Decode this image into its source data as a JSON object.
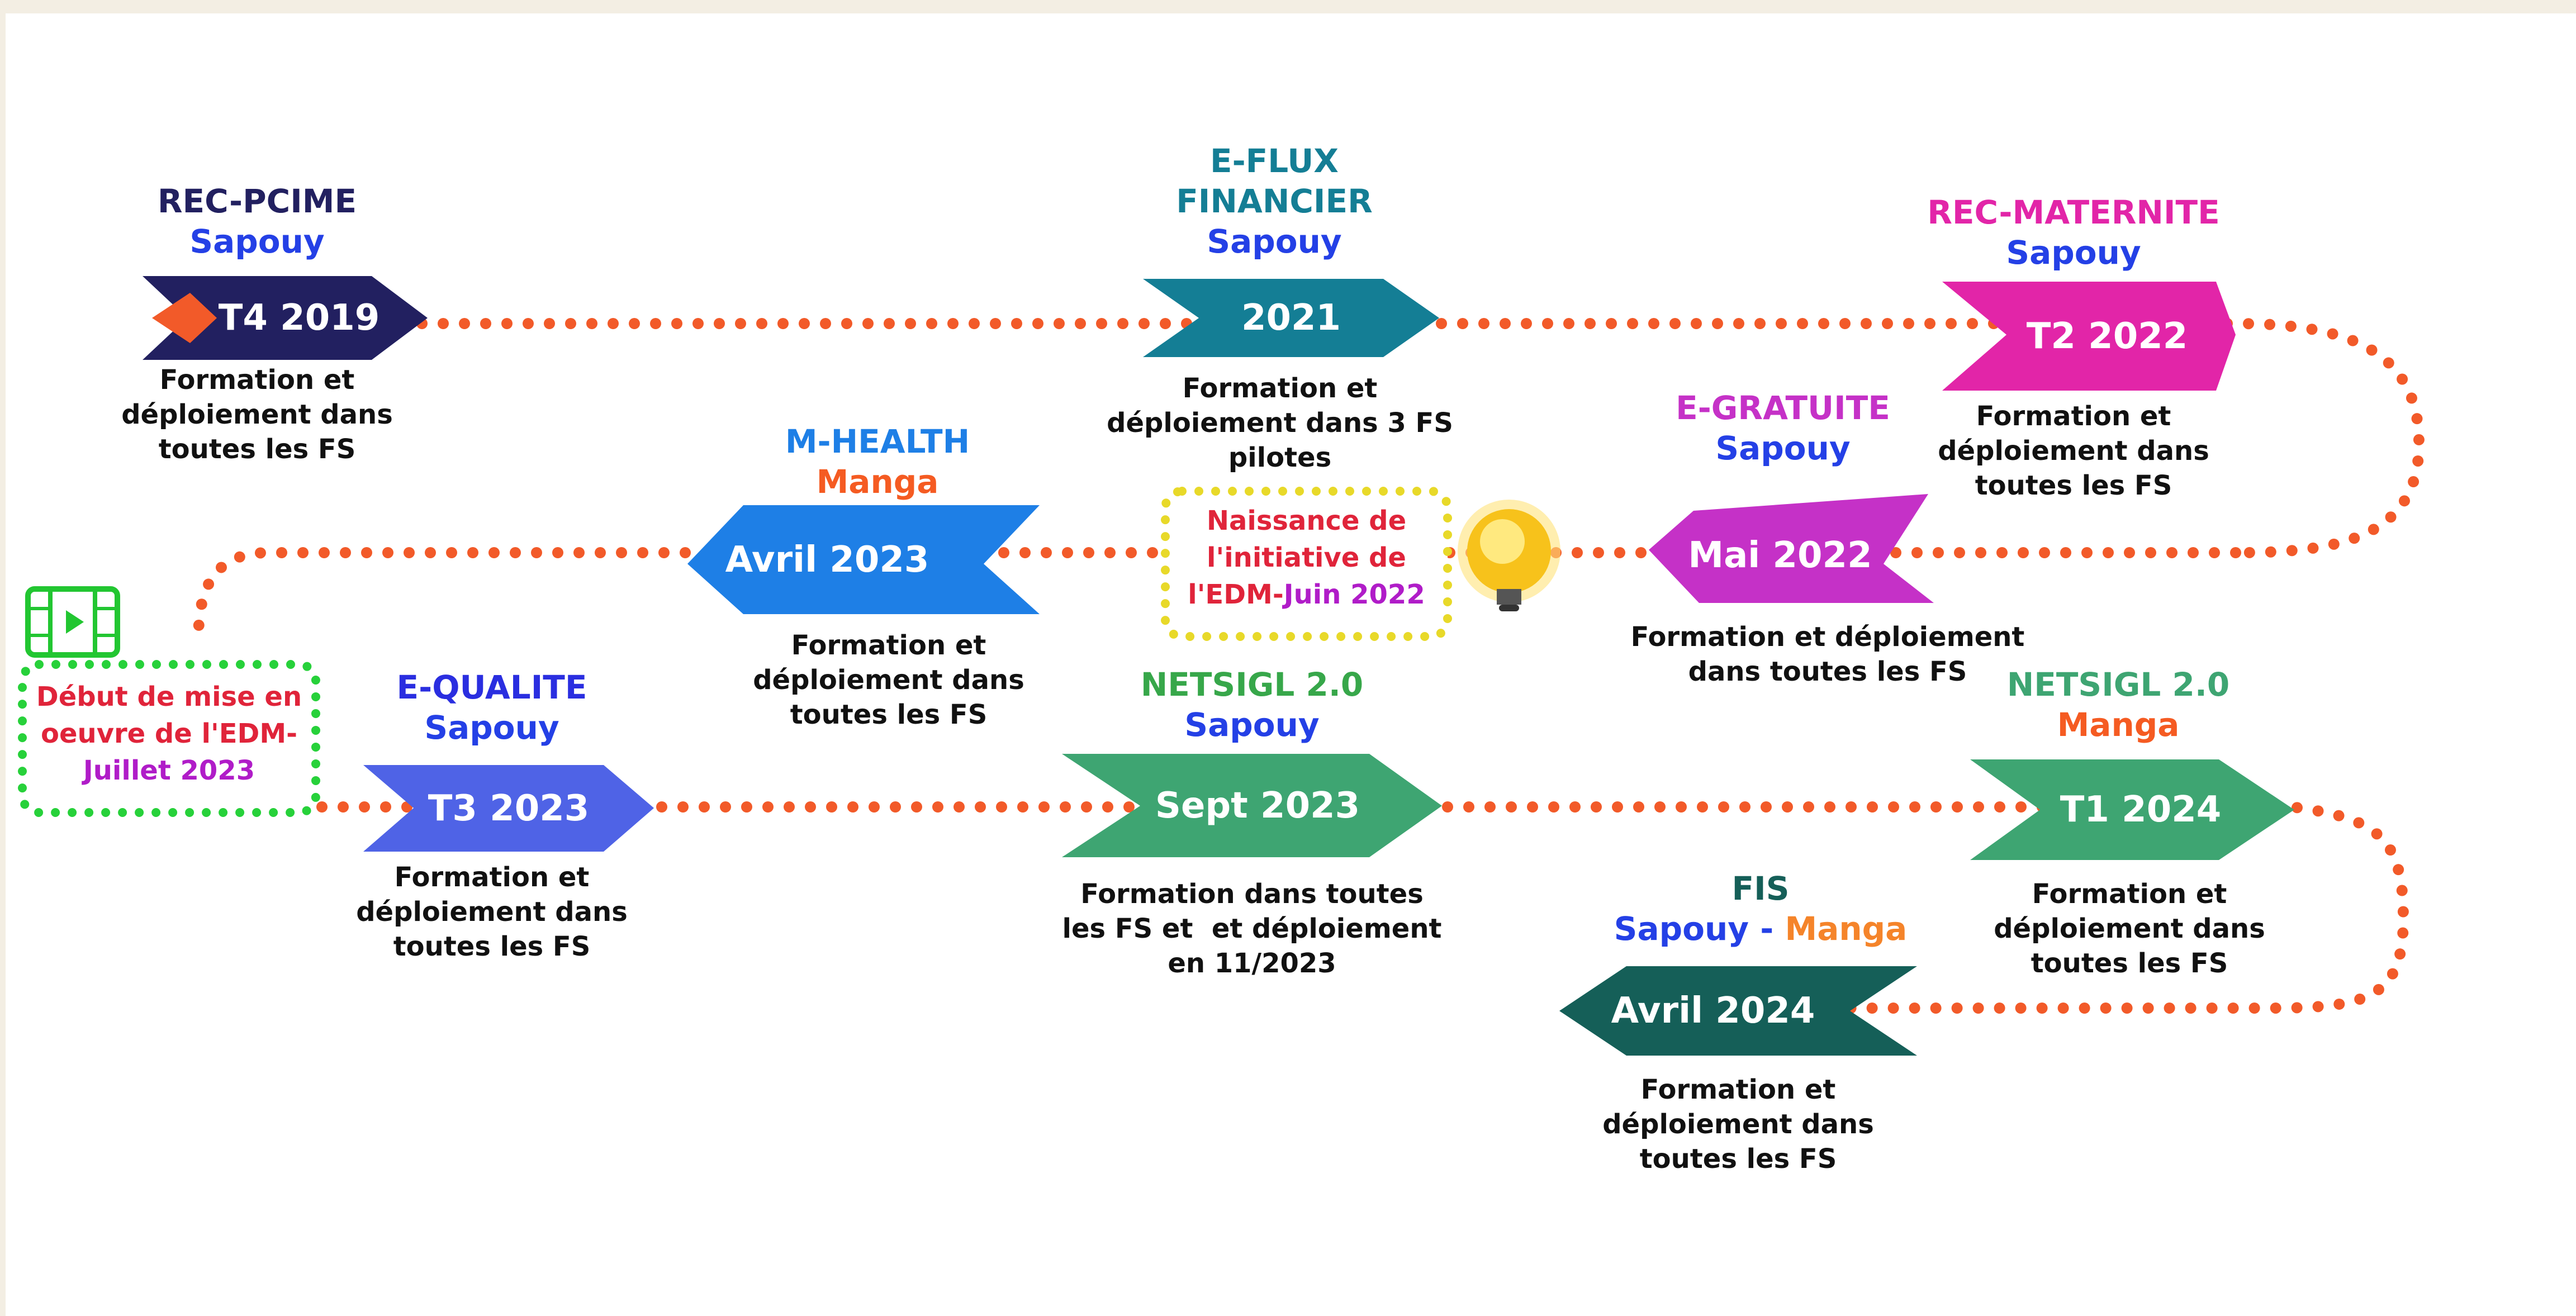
{
  "colors": {
    "path_dots": "#f25a29",
    "navy": "#222060",
    "teal": "#147e95",
    "magenta": "#e225a8",
    "purple": "#c531c7",
    "blue_bright": "#1e7fe6",
    "indigo": "#4f63e6",
    "green": "#3ea572",
    "dark_teal": "#155f58",
    "sapouy_blue": "#2440e6",
    "manga_orange": "#f55b22",
    "red_text": "#e0243a",
    "violet_text": "#b01cc8",
    "green_box": "#27d13a",
    "yellow_box": "#e8d929"
  },
  "milestones": {
    "t4_2019": {
      "title_line1": "REC-PCIME",
      "title_line2": "Sapouy",
      "label": "T4 2019",
      "desc_line1": "Formation et",
      "desc_line2": "déploiement dans",
      "desc_line3": "toutes les FS"
    },
    "y2021": {
      "title_line1": "E-FLUX",
      "title_line2": "FINANCIER",
      "title_line3": "Sapouy",
      "label": "2021",
      "desc_line1": "Formation et",
      "desc_line2": "déploiement dans 3 FS",
      "desc_line3": "pilotes"
    },
    "t2_2022": {
      "title_line1": "REC-MATERNITE",
      "title_line2": "Sapouy",
      "label": "T2 2022",
      "desc_line1": "Formation et",
      "desc_line2": "déploiement dans",
      "desc_line3": "toutes les FS"
    },
    "mai_2022": {
      "title_line1": "E-GRATUITE",
      "title_line2": "Sapouy",
      "label": "Mai 2022",
      "desc_line1": "Formation et déploiement",
      "desc_line2": "dans toutes les FS"
    },
    "avril_2023": {
      "title_line1": "M-HEALTH",
      "title_line2": "Manga",
      "label": "Avril 2023",
      "desc_line1": "Formation et",
      "desc_line2": "déploiement dans",
      "desc_line3": "toutes les FS"
    },
    "t3_2023": {
      "title_line1": "E-QUALITE",
      "title_line2": "Sapouy",
      "label": "T3 2023",
      "desc_line1": "Formation et",
      "desc_line2": "déploiement dans",
      "desc_line3": "toutes les FS"
    },
    "sept_2023": {
      "title_line1": "NETSIGL 2.0",
      "title_line2": "Sapouy",
      "label": "Sept 2023",
      "desc_line1": "Formation dans toutes",
      "desc_line2": "les FS et  et déploiement",
      "desc_line3": "en 11/2023"
    },
    "t1_2024": {
      "title_line1": "NETSIGL 2.0",
      "title_line2": "Manga",
      "label": "T1 2024",
      "desc_line1": "Formation et",
      "desc_line2": "déploiement dans",
      "desc_line3": "toutes les FS"
    },
    "avril_2024": {
      "title_line1": "FIS",
      "title_part_a": "Sapouy",
      "title_part_sep": " - ",
      "title_part_b": "Manga",
      "label": "Avril 2024",
      "desc_line1": "Formation et",
      "desc_line2": "déploiement dans",
      "desc_line3": "toutes les FS"
    }
  },
  "naissance_box": {
    "line1": "Naissance de",
    "line2": "l'initiative de",
    "line3_a": "l'EDM-",
    "line3_b": "Juin 2022"
  },
  "debut_box": {
    "line1": "Début de mise en",
    "line2": "oeuvre de l'EDM-",
    "line3": "Juillet 2023"
  },
  "icons": {
    "start": "video-play-icon",
    "idea": "lightbulb-icon",
    "start_marker": "orange-diamond-icon"
  }
}
